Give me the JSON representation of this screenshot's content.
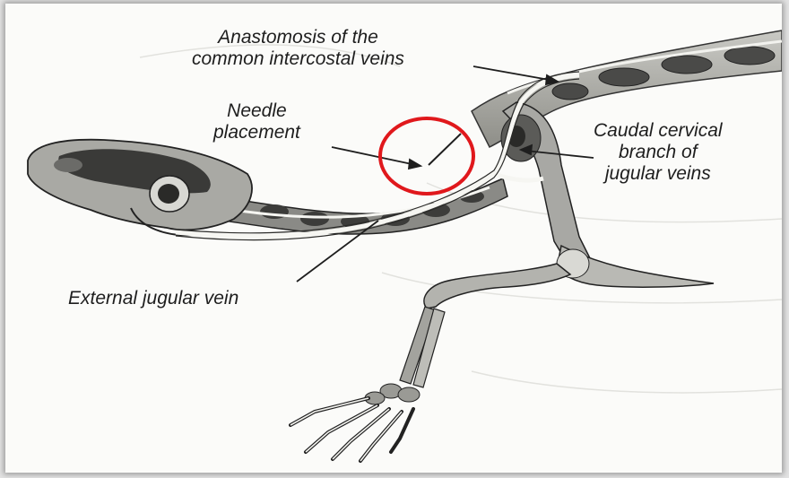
{
  "labels": {
    "anastomosis": [
      "Anastomosis of the",
      "common intercostal veins"
    ],
    "needle": [
      "Needle",
      "placement"
    ],
    "caudal": [
      "Caudal cervical",
      "branch of",
      "jugular veins"
    ],
    "external": "External jugular vein"
  },
  "colors": {
    "highlight_circle": "#e0181c",
    "ink": "#1e1e1e",
    "background": "#fbfbf9"
  }
}
